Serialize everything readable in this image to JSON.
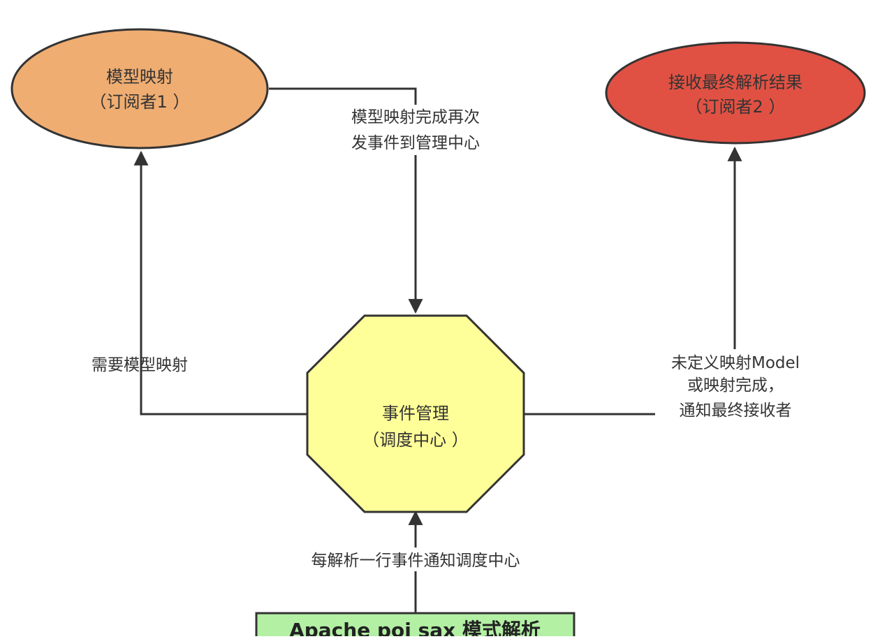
{
  "nodes": {
    "model_mapping": {
      "line1": "模型映射",
      "line2": "（订阅者1 ）",
      "color": "#efad72"
    },
    "final_receiver": {
      "line1": "接收最终解析结果",
      "line2": "（订阅者2 ）",
      "color": "#e05143"
    },
    "event_manager": {
      "line1": "事件管理",
      "line2": "（调度中心 ）",
      "color": "#ffff99"
    },
    "poi_parser": {
      "line1": "Apache poi sax 模式解析",
      "color": "#b3f0a4"
    }
  },
  "edges": {
    "mapping_done": {
      "line1": "模型映射完成再次",
      "line2": "发事件到管理中心"
    },
    "need_mapping": {
      "line1": "需要模型映射"
    },
    "notify_final": {
      "line1": "未定义映射Model",
      "line2": "或映射完成，",
      "line3": "通知最终接收者"
    },
    "row_event": {
      "line1": "每解析一行事件通知调度中心"
    }
  },
  "colors": {
    "stroke": "#333333"
  }
}
